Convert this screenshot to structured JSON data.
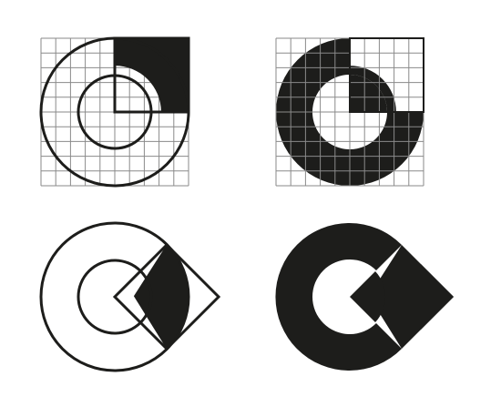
{
  "colors": {
    "ink": "#1d1d1b",
    "grid": "#8a8a8a",
    "background": "#ffffff"
  },
  "figures": [
    {
      "id": "grid-outline",
      "style": "outline",
      "has_grid": true
    },
    {
      "id": "grid-filled",
      "style": "filled",
      "has_grid": true
    },
    {
      "id": "rotated-outline",
      "style": "outline",
      "has_grid": false
    },
    {
      "id": "rotated-filled",
      "style": "filled",
      "has_grid": false
    }
  ]
}
